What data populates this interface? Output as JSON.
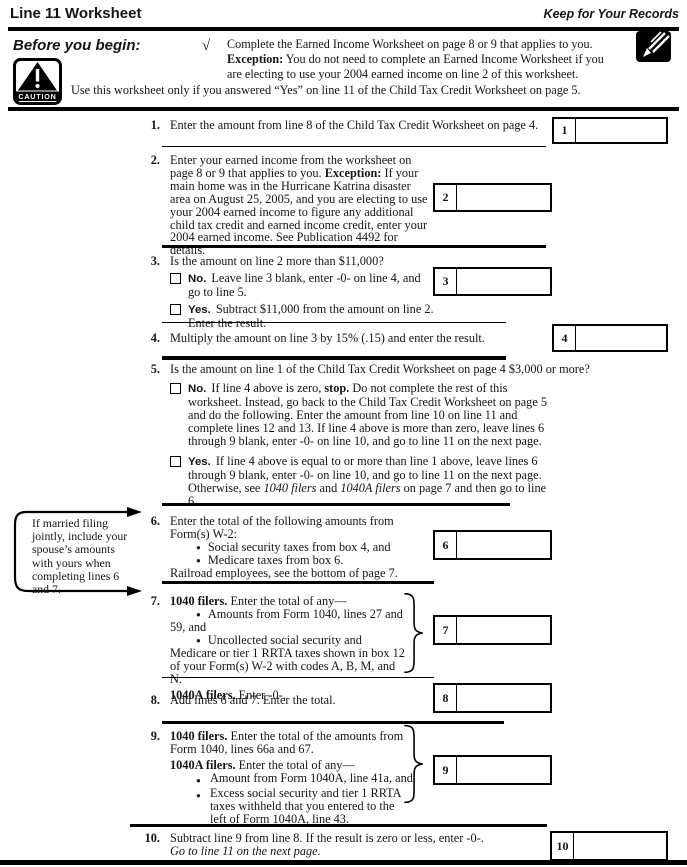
{
  "header": {
    "title": "Line 11 Worksheet",
    "tagline": "Keep for Your Records"
  },
  "icons": {
    "checkmark": "√",
    "bullet": "●",
    "caution_label": "CAUTION"
  },
  "before": {
    "label": "Before you begin:",
    "para": [
      {
        "t": "Complete the Earned Income Worksheet on page 8 or 9 that applies to you. "
      },
      {
        "t": "Exception:",
        "b": 1
      },
      {
        "t": " You do not need to complete an Earned Income Worksheet if you are electing to use your 2004 earned income on line 2 of this worksheet."
      }
    ],
    "caution_text": "Use this worksheet only if you answered “Yes” on line 11 of the Child Tax Credit Worksheet on page 5."
  },
  "callout": {
    "text": "If married filing jointly, include your spouse’s amounts with yours when completing lines 6 and 7."
  },
  "lines": {
    "l1": {
      "num": "1.",
      "text": [
        {
          "t": "Enter the amount from line 8 of the Child Tax Credit Worksheet on page 4."
        }
      ],
      "box": "1",
      "value": ""
    },
    "l2": {
      "num": "2.",
      "text": [
        {
          "t": "Enter your earned income from the worksheet on page 8 or 9 that applies to you. "
        },
        {
          "t": "Exception:",
          "b": 1
        },
        {
          "t": " If your main home was in the Hurricane Katrina disaster area on August 25, 2005, and you are electing to use your 2004 earned income to figure any additional child tax credit and earned income credit, enter your 2004 earned income. See Publication 4492 for details."
        }
      ],
      "box": "2",
      "value": ""
    },
    "l3": {
      "num": "3.",
      "lead": [
        {
          "t": "Is the amount on line 2 more than $11,000?"
        }
      ],
      "options": [
        {
          "label": "No.",
          "text": [
            {
              "t": "Leave line 3 blank, enter -0- on line 4, and go to line 5."
            }
          ]
        },
        {
          "label": "Yes.",
          "text": [
            {
              "t": "Subtract $11,000 from the amount on line 2. Enter the result."
            }
          ]
        }
      ],
      "box": "3",
      "value": ""
    },
    "l4": {
      "num": "4.",
      "text": [
        {
          "t": "Multiply the amount on line 3 by 15% (.15) and enter the result."
        }
      ],
      "box": "4",
      "value": ""
    },
    "l5": {
      "num": "5.",
      "lead": [
        {
          "t": "Is the amount on line 1 of the Child Tax Credit Worksheet on page 4 $3,000 or more?"
        }
      ],
      "options": [
        {
          "label": "No.",
          "text": [
            {
              "t": "If line 4 above is zero, "
            },
            {
              "t": "stop.",
              "b": 1
            },
            {
              "t": " Do not complete the rest of this worksheet. Instead, go back to the Child Tax Credit Worksheet on page 5 and do the following. Enter the amount from line 10 on line 11 and complete lines 12 and 13. If line 4 above is more than zero, leave lines 6 through 9 blank, enter -0- on line 10, and go to line 11 on the next page."
            }
          ]
        },
        {
          "label": "Yes.",
          "text": [
            {
              "t": "If line 4 above is equal to or more than line 1 above, leave lines 6 through 9 blank, enter -0- on line 10, and go to line 11 on the next page. Otherwise, see "
            },
            {
              "t": "1040 filers",
              "i": 1
            },
            {
              "t": " and "
            },
            {
              "t": "1040A filers",
              "i": 1
            },
            {
              "t": " on page 7 and then go to line 6."
            }
          ]
        }
      ]
    },
    "l6": {
      "num": "6.",
      "lead": [
        {
          "t": "Enter the total of the following amounts from Form(s) W-2:"
        }
      ],
      "bullets": [
        [
          {
            "t": "Social security taxes from box 4, and"
          }
        ],
        [
          {
            "t": "Medicare taxes from box 6."
          }
        ]
      ],
      "tail": [
        {
          "t": "Railroad employees, see the bottom of page 7."
        }
      ],
      "box": "6",
      "value": ""
    },
    "l7": {
      "num": "7.",
      "lead": [
        {
          "t": "1040 filers.",
          "b": 1
        },
        {
          "t": " Enter the total of any—"
        }
      ],
      "bullets": [
        [
          {
            "t": "Amounts from Form 1040, lines 27 and 59, and"
          }
        ],
        [
          {
            "t": "Uncollected social security and Medicare or tier 1 RRTA taxes shown in box 12 of your Form(s) W-2 with codes A, B, M, and N."
          }
        ]
      ],
      "tail": [
        {
          "t": "1040A filers.",
          "b": 1
        },
        {
          "t": " Enter -0-."
        }
      ],
      "box": "7",
      "value": ""
    },
    "l8": {
      "num": "8.",
      "text": [
        {
          "t": "Add lines 6 and 7. Enter the total."
        }
      ],
      "box": "8",
      "value": ""
    },
    "l9": {
      "num": "9.",
      "lead": [
        {
          "t": "1040 filers.",
          "b": 1
        },
        {
          "t": " Enter the total of the amounts from Form 1040, lines 66a and 67."
        }
      ],
      "sub": [
        {
          "t": "1040A filers.",
          "b": 1
        },
        {
          "t": " Enter the total of any—"
        }
      ],
      "bullets": [
        [
          {
            "t": "Amount from Form 1040A, line 41a, and"
          }
        ],
        [
          {
            "t": "Excess social security and tier 1 RRTA taxes withheld that you entered to the left of Form 1040A, line 43."
          }
        ]
      ],
      "box": "9",
      "value": ""
    },
    "l10": {
      "num": "10.",
      "text": [
        {
          "t": "Subtract line 9 from line 8. If the result is zero or less, enter -0-."
        }
      ],
      "text2": [
        {
          "t": "Go to line 11 on the next page.",
          "i": 1
        }
      ],
      "box": "10",
      "value": ""
    }
  }
}
